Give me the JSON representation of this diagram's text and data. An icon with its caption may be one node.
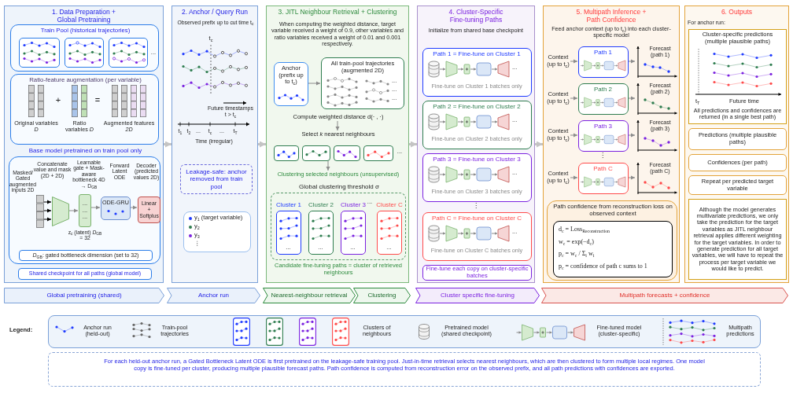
{
  "diagram": {
    "caption": "For each held-out anchor run, a Gated Bottleneck Latent ODE is first pretrained on the leakage-safe training pool. Just-in-time retrieval selects nearest neighbours, which are then clustered to form multiple local regimes. One model copy is fine-tuned per cluster, producing multiple plausible forecast paths. Path confidence is computed from reconstruction error on the observed prefix, and all path predictions with confidences are exported.",
    "nodes": [
      {
        "text": [
          "1. Data Preparation + Global Pretraining"
        ]
      },
      {
        "text": [
          "Train Pool (historical trajectories)"
        ],
        "in": 0
      },
      {
        "text": [],
        "shape": "picture",
        "in": 1
      },
      {
        "text": [],
        "shape": "picture",
        "in": 1
      },
      {
        "text": [],
        "shape": "picture",
        "in": 1,
        "beside": [
          "..."
        ]
      },
      {
        "text": [
          "Ratio-feature augmentation (per variable)"
        ],
        "in": 0
      },
      {
        "text": [
          "Original variables *D*"
        ],
        "in": 5
      },
      {
        "text": [
          "Ratio variables *D*"
        ],
        "in": 5
      },
      {
        "text": [
          "Augmented features *2D*"
        ],
        "in": 5
      },
      {
        "text": [
          "Base model pretrained on train pool only"
        ],
        "in": 0
      },
      {
        "text": [],
        "shape": "bar",
        "in": 9,
        "beside": [
          "Masked/ Gated augmented inputs 2D"
        ]
      },
      {
        "text": [],
        "shape": "trapezoid",
        "in": 9,
        "beside": [
          "Concatenate value and mask (2D + 2D)"
        ]
      },
      {
        "text": [
          "... ... ..."
        ],
        "in": 9,
        "beside": [
          "Learnable gate + Mask-aware bottleneck 4D → D$_{GB}$",
          "z$_{c}$ (latent) *D*$_{GB}$ = 32"
        ]
      },
      {
        "text": [
          "ODE-GRU"
        ],
        "in": 9,
        "beside": [
          "Forward Latent ODE"
        ]
      },
      {
        "text": [
          "Linear + Softplus"
        ],
        "in": 9,
        "beside": [
          "Decoder (predicted values 2D)"
        ]
      },
      {
        "text": [
          "*D*$_{GB}$: gated bottleneck dimension (set to 32)"
        ],
        "in": 9
      },
      {
        "text": [
          "Shared checkpoint for all paths (global model)"
        ],
        "in": 0
      },
      {
        "text": [
          "2. Anchor / Query Run"
        ]
      },
      {
        "text": [],
        "shape": "picture",
        "in": 17,
        "beside": [
          "Observed prefix up to cut time t$_{c}$",
          "t$_{c}$"
        ]
      },
      {
        "text": [
          "Leakage-safe: anchor removed from train pool"
        ],
        "in": 17
      },
      {
        "text": [
          "y$_{1}$ (target variable)",
          "y$_{2}$",
          "y$_{3}$",
          "⋮"
        ],
        "in": 17
      },
      {
        "text": [
          "3. JITL Neighbour Retrieval + Clustering"
        ]
      },
      {
        "text": [
          "Anchor (prefix up to t$_{c}$)"
        ],
        "in": 21
      },
      {
        "text": [
          "All train-pool trajectories (augmented 2D)",
          "...",
          "...",
          "..."
        ],
        "in": 21
      },
      {
        "text": [
          "Compute weighted distance d(· , ·)"
        ],
        "in": 21
      },
      {
        "text": [
          "Select *k* nearest neighbours"
        ],
        "in": 21
      },
      {
        "text": [],
        "shape": "picture",
        "in": 21
      },
      {
        "text": [],
        "shape": "picture",
        "in": 21
      },
      {
        "text": [],
        "shape": "picture",
        "in": 21
      },
      {
        "text": [],
        "shape": "picture",
        "in": 21,
        "beside": [
          "..."
        ]
      },
      {
        "text": [
          "Clustering selected neighbours (unsupervised)"
        ],
        "in": 21
      },
      {
        "text": [
          "Global clustering threshold σ"
        ],
        "in": 21
      },
      {
        "text": [
          "Cluster 1",
          "..."
        ],
        "in": 31
      },
      {
        "text": [
          "Cluster 2",
          "..."
        ],
        "in": 31
      },
      {
        "text": [
          "Cluster 3",
          "..."
        ],
        "in": 31
      },
      {
        "text": [
          "Cluster C",
          "..."
        ],
        "in": 31
      },
      {
        "text": [
          "4. Cluster-Specific Fine-tuning Paths"
        ]
      },
      {
        "text": [
          "Path 1 = Fine-tune on Cluster 1",
          "...",
          "Fine-tune on Cluster 1 batches only"
        ],
        "in": 36
      },
      {
        "text": [
          "Path 2 = Fine-tune on Cluster 2",
          "...",
          "Fine-tune on Cluster 2 batches only"
        ],
        "in": 36
      },
      {
        "text": [
          "Path 3 = Fine-tune on Cluster 3",
          "...",
          "Fine-tune on Cluster 3 batches only"
        ],
        "in": 36
      },
      {
        "text": [
          "Path C = Fine-tune on Cluster C",
          "...",
          "Fine-tune on Cluster C batches only"
        ],
        "in": 36
      },
      {
        "text": [
          "Fine-tune each copy on cluster-specific batches"
        ],
        "in": 36
      },
      {
        "text": [
          "5. Multipath Inference + Path Confidence"
        ]
      },
      {
        "text": [
          "Context (up to t$_{c}$)"
        ],
        "in": 42
      },
      {
        "text": [
          "Path 1"
        ],
        "in": 42
      },
      {
        "text": [
          "Forecast (path 1)"
        ],
        "in": 42
      },
      {
        "text": [
          "Context (up to t$_{c}$)"
        ],
        "in": 42
      },
      {
        "text": [
          "Path 2"
        ],
        "in": 42
      },
      {
        "text": [
          "Forecast (path 2)"
        ],
        "in": 42
      },
      {
        "text": [
          "Context (up to t$_{c}$)"
        ],
        "in": 42
      },
      {
        "text": [
          "Path 3"
        ],
        "in": 42
      },
      {
        "text": [
          "Forecast (path 3)"
        ],
        "in": 42
      },
      {
        "text": [
          "Context (up to t$_{c}$)"
        ],
        "in": 42
      },
      {
        "text": [
          "Path C"
        ],
        "in": 42
      },
      {
        "text": [
          "Forecast (path C)"
        ],
        "in": 42
      },
      {
        "text": [
          "Path confidence from reconstruction loss on observed context"
        ],
        "in": 42
      },
      {
        "text": [
          "d$_{c}$ = Loss$_{Reconstruction}$",
          "w$_{c}$ = exp(−d$_{c}$)",
          "p$_{c}$ = w$_{c}$ / Σ$_{i}$ w$_{i}$",
          "p$_{c}$ = confidence of path c sums to 1"
        ],
        "in": 55
      },
      {
        "text": [
          "6. Outputs"
        ]
      },
      {
        "text": [
          "Cluster-specific predictions (multiple plausible paths)",
          "t$_{T}$",
          "Future time",
          "All predictions and confidences are returned (in a single best path)"
        ],
        "in": 57
      },
      {
        "text": [
          "Predictions (multiple plausible paths)"
        ],
        "in": 57
      },
      {
        "text": [
          "Confidences (per path)"
        ],
        "in": 57
      },
      {
        "text": [
          "Repeat per predicted target variable"
        ],
        "in": 57
      },
      {
        "text": [
          "Although the model generates multivariate predictions, we only take the prediction for the target variables as JITL neighbour retrieval applies different weighting for the target variables. In order to generate prediction for all target variables, we will have to repeat the process per target variable we would like to predict."
        ],
        "in": 57
      },
      {
        "text": [
          "Global pretraining (shared)"
        ]
      },
      {
        "text": [
          "Anchor run"
        ]
      },
      {
        "text": [
          "Nearest-neighbour retrieval"
        ]
      },
      {
        "text": [
          "Clustering"
        ]
      },
      {
        "text": [
          "Cluster specific fine-tuning"
        ]
      },
      {
        "text": [
          "Multipath forecasts + confidence"
        ]
      }
    ],
    "edges": [
      {
        "from": 10,
        "to": 11,
        "arrow": "to",
        "color": "#000000"
      },
      {
        "from": 10,
        "to": 11,
        "arrow": "to",
        "color": "#000000"
      },
      {
        "from": 10,
        "to": 11,
        "arrow": "to",
        "color": "#000000"
      },
      {
        "from": 11,
        "to": 12,
        "arrow": "to"
      },
      {
        "from": 12,
        "to": 13,
        "arrow": "to"
      },
      {
        "from": 13,
        "to": 14,
        "arrow": "to"
      },
      {
        "from": 0,
        "to": 17,
        "arrow": "to",
        "style": "thick",
        "color": "#c4c4c4"
      },
      {
        "from": 17,
        "to": 21,
        "arrow": "to",
        "style": "thick",
        "color": "#c4c4c4"
      },
      {
        "from": 22,
        "to": 23,
        "arrow": "to"
      },
      {
        "from": 24,
        "to": 25,
        "arrow": "to"
      },
      {
        "from": 27,
        "to": 30,
        "arrow": "to"
      },
      {
        "from": 21,
        "to": 36,
        "arrow": "to",
        "style": "thick",
        "color": "#c4c4c4"
      },
      {
        "from": 36,
        "to": 42,
        "arrow": "to",
        "style": "thick",
        "color": "#c4c4c4"
      },
      {
        "from": 43,
        "to": 44,
        "arrow": "to"
      },
      {
        "from": 44,
        "to": 45,
        "arrow": "to"
      },
      {
        "from": 46,
        "to": 47,
        "arrow": "to"
      },
      {
        "from": 47,
        "to": 48,
        "arrow": "to"
      },
      {
        "from": 49,
        "to": 50,
        "arrow": "to"
      },
      {
        "from": 50,
        "to": 51,
        "arrow": "to"
      },
      {
        "from": 52,
        "to": 53,
        "arrow": "to"
      },
      {
        "from": 53,
        "to": 54,
        "arrow": "to"
      }
    ],
    "labels": [
      "+",
      "=",
      "Future timestamps t > t$_{c}$",
      "t$_{1}$",
      "t$_{2}$",
      "...",
      "t$_{c}$",
      "...",
      "t$_{T}$",
      "Time (irregular)",
      "When computing the weighted distance, target variable received a weight of 0.9, other variables and ratio variables received a weight of 0.01 and 0.001 respectively.",
      "...",
      "Candidate fine-tuning paths = cluster of retrieved neighbours",
      "Initialize from shared base checkpoint",
      "⋮",
      "Feed anchor context (up to t$_{c}$) into each cluster-specific model",
      "⋮",
      "For anchor run:",
      "Legend:"
    ],
    "legend": [
      {
        "text": "Anchor run (held-out)"
      },
      {
        "text": "Train-pool trajectories"
      },
      {
        "text": "Clusters of neighbours"
      },
      {
        "text": "Pretrained model (shared checkpoint)"
      },
      {
        "text": "Fine-tuned model (cluster-specific)"
      },
      {
        "text": "Multipath predictions"
      }
    ]
  }
}
